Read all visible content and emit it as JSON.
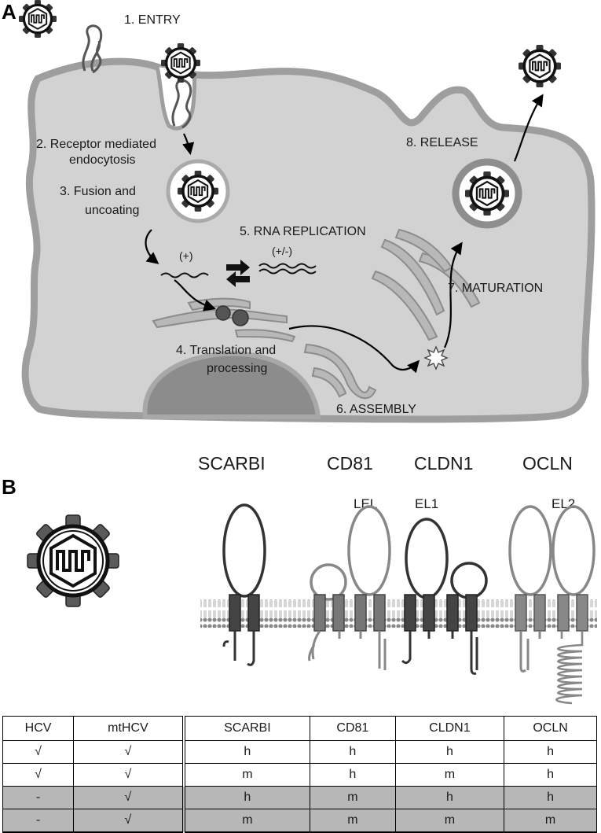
{
  "panel_a": {
    "label": "A",
    "steps": {
      "entry": "1. ENTRY",
      "endo_1": "2. Receptor mediated",
      "endo_2": "endocytosis",
      "fusion_1": "3. Fusion and",
      "fusion_2": "uncoating",
      "translation_1": "4. Translation and",
      "translation_2": "processing",
      "replication": "5. RNA REPLICATION",
      "assembly": "6. ASSEMBLY",
      "maturation": "7. MATURATION",
      "release": "8. RELEASE"
    },
    "strand_plus": "(+)",
    "strand_plusminus": "(+/-)"
  },
  "panel_b": {
    "label": "B",
    "proteins": [
      "SCARBI",
      "CD81",
      "CLDN1",
      "OCLN"
    ],
    "loops": [
      "LEL",
      "EL1",
      "EL2"
    ]
  },
  "table": {
    "headers": [
      "HCV",
      "mtHCV",
      "SCARBI",
      "CD81",
      "CLDN1",
      "OCLN"
    ],
    "rows": [
      {
        "cells": [
          "√",
          "√",
          "h",
          "h",
          "h",
          "h"
        ],
        "shaded": false
      },
      {
        "cells": [
          "√",
          "√",
          "m",
          "h",
          "m",
          "h"
        ],
        "shaded": false
      },
      {
        "cells": [
          "-",
          "√",
          "h",
          "m",
          "h",
          "h"
        ],
        "shaded": true
      },
      {
        "cells": [
          "-",
          "√",
          "m",
          "m",
          "m",
          "m"
        ],
        "shaded": true
      }
    ]
  }
}
